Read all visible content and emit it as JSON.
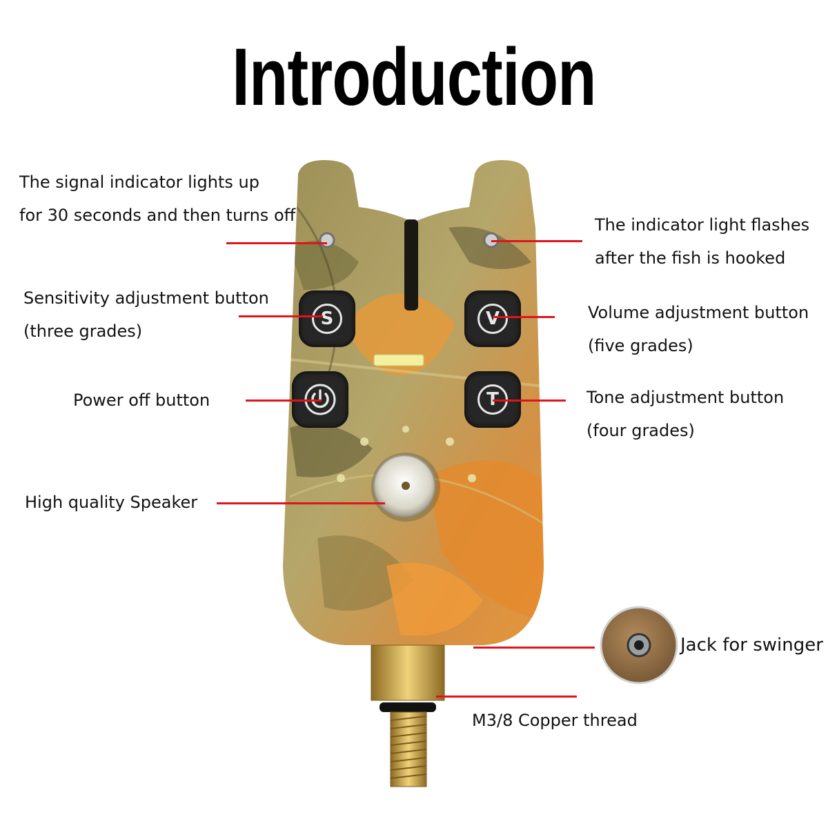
{
  "title": "Introduction",
  "labels": {
    "signal_indicator": [
      "The signal indicator lights up",
      "for 30 seconds and then turns off"
    ],
    "indicator_flash": [
      "The indicator light flashes",
      "after the fish is hooked"
    ],
    "sensitivity": [
      "Sensitivity adjustment button",
      "(three grades)"
    ],
    "volume": [
      "Volume adjustment button",
      "(five grades)"
    ],
    "power": [
      "Power off button"
    ],
    "tone": [
      "Tone adjustment button",
      "(four grades)"
    ],
    "speaker": [
      "High quality Speaker"
    ],
    "jack": [
      "Jack for swinger"
    ],
    "thread": [
      "M3/8 Copper thread"
    ]
  },
  "buttons": {
    "sensitivity": "S",
    "volume": "V",
    "tone": "T"
  },
  "colors": {
    "leader": "#e0141c",
    "button": "#1e1e1e",
    "camo_base": "#a89a5c",
    "camo_orange": "#e08a2a",
    "brass": "#c9a24a"
  },
  "icons": {
    "power": "power-icon"
  }
}
